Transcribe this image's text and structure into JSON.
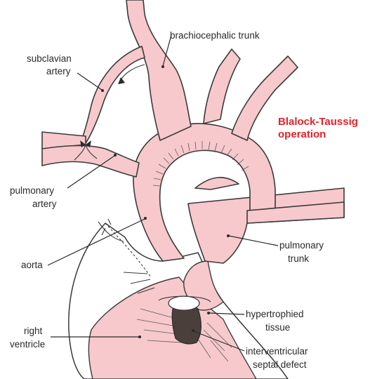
{
  "title": {
    "line1": "Blalock-Taussig",
    "line2": "operation",
    "color": "#e0242a"
  },
  "labels": {
    "brachiocephalic_trunk": "brachiocephalic trunk",
    "subclavian_line1": "subclavian",
    "subclavian_line2": "artery",
    "pulmonary_artery_line1": "pulmonary",
    "pulmonary_artery_line2": "artery",
    "aorta": "aorta",
    "pulmonary_trunk_line1": "pulmonary",
    "pulmonary_trunk_line2": "trunk",
    "hypertrophied_line1": "hypertrophied",
    "hypertrophied_line2": "tissue",
    "right_ventricle_line1": "right",
    "right_ventricle_line2": "ventricle",
    "septal_defect_line1": "interventricular",
    "septal_defect_line2": "septal defect"
  },
  "colors": {
    "vessel_fill": "#f7c9cc",
    "outline": "#3a3a3a",
    "defect_fill": "#4a3f3a"
  }
}
